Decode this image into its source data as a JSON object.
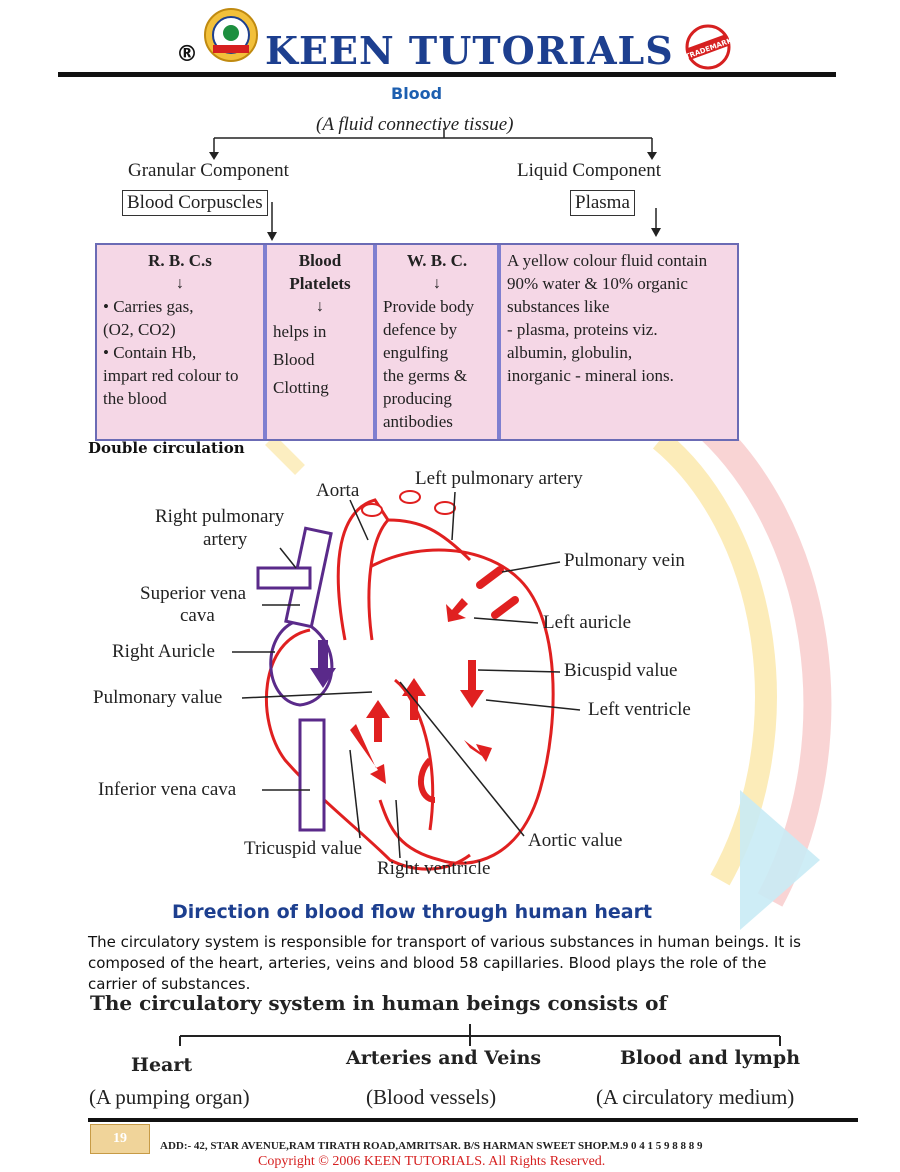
{
  "header": {
    "registered_mark": "®",
    "title": "KEEN TUTORIALS",
    "logo_name": "keen-tutorials-emblem",
    "trademark_seal": "TRADEMARK"
  },
  "blood_chart": {
    "title": "Blood",
    "subtitle": "(A fluid connective tissue)",
    "granular": "Granular Component",
    "granular_box": "Blood Corpuscles",
    "liquid": "Liquid Component",
    "liquid_box": "Plasma",
    "columns": {
      "rbc_head": "R. B. C.s",
      "rbc_line1": "• Carries gas,",
      "rbc_line2": "(O2, CO2)",
      "rbc_line3": "• Contain Hb,",
      "rbc_line4": "impart red colour to",
      "rbc_line5": "the blood",
      "platelet_head1": "Blood",
      "platelet_head2": "Platelets",
      "platelet_line1": "helps in",
      "platelet_line2": "Blood",
      "platelet_line3": "Clotting",
      "wbc_head": "W. B. C.",
      "wbc_line1": "Provide body",
      "wbc_line2": "defence by",
      "wbc_line3": "engulfing",
      "wbc_line4": "the germs &",
      "wbc_line5": "producing",
      "wbc_line6": "antibodies",
      "plasma_line1": "A yellow colour fluid contain",
      "plasma_line2": "90% water & 10% organic",
      "plasma_line3": "substances like",
      "plasma_line4": "- plasma, proteins viz.",
      "plasma_line5": "albumin, globulin,",
      "plasma_line6": "inorganic - mineral ions."
    },
    "arrow": "↓"
  },
  "double_circulation": {
    "heading": "Double circulation",
    "labels": {
      "aorta": "Aorta",
      "left_pulmonary_artery": "Left pulmonary artery",
      "right_pulmonary_artery_1": "Right pulmonary",
      "right_pulmonary_artery_2": "artery",
      "pulmonary_vein": "Pulmonary vein",
      "superior_vena_cava_1": "Superior vena",
      "superior_vena_cava_2": "cava",
      "left_auricle": "Left auricle",
      "right_auricle": "Right Auricle",
      "bicuspid_value": "Bicuspid value",
      "pulmonary_value": "Pulmonary value",
      "left_ventricle": "Left ventricle",
      "inferior_vena_cava": "Inferior vena cava",
      "aortic_value": "Aortic value",
      "tricuspid_value": "Tricuspid value",
      "right_ventricle": "Right ventricle"
    },
    "caption": "Direction of blood flow through human heart"
  },
  "paragraph": "The circulatory system is responsible for transport of various substances in human beings. It is composed of the heart, arteries, veins and blood 58 capillaries. Blood plays the role of the carrier of substances.",
  "circulatory": {
    "title": "The circulatory system in human beings consists of",
    "branch1_title": "Heart",
    "branch1_sub": "(A pumping organ)",
    "branch2_title": "Arteries and Veins",
    "branch2_sub": "(Blood vessels)",
    "branch3_title": "Blood and lymph",
    "branch3_sub": "(A circulatory medium)"
  },
  "footer": {
    "page_number": "19",
    "address": "ADD:- 42, STAR AVENUE,RAM TIRATH ROAD,AMRITSAR. B/S HARMAN SWEET SHOP.M.9 0 4 1 5 9 8 8 8 9",
    "copyright": "Copyright © 2006 KEEN TUTORIALS. All Rights Reserved."
  },
  "colors": {
    "brand_blue": "#1d3f8f",
    "heart_red": "#e02020",
    "heart_purple": "#5a2a8a"
  }
}
